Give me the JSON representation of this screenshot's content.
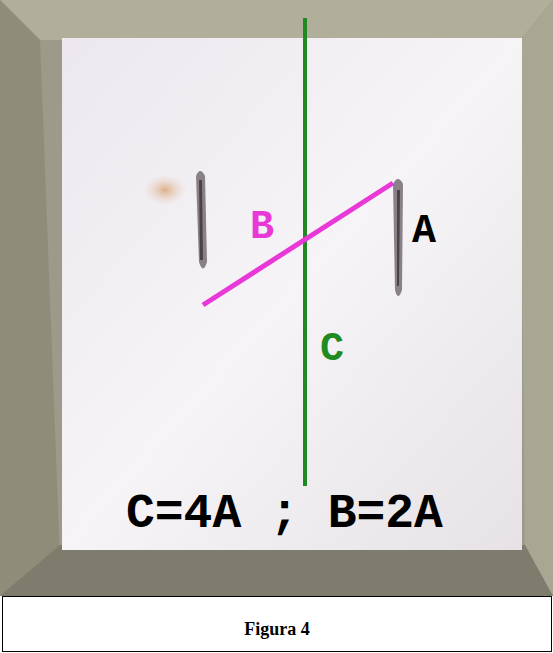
{
  "diagram": {
    "caption": "Figura 4",
    "labels": [
      "B",
      "A",
      "C",
      "C=4A ; B=2A"
    ]
  }
}
